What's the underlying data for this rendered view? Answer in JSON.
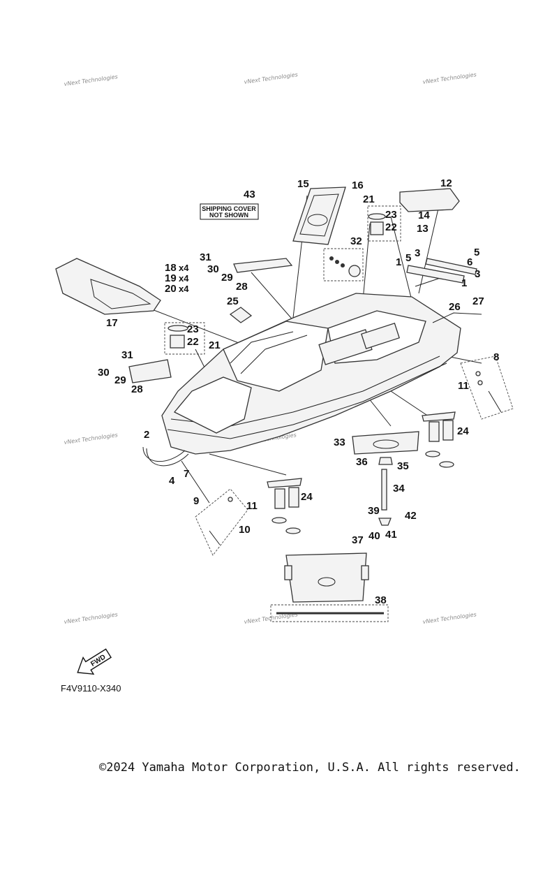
{
  "watermark_text": "vNext Technologies",
  "shipping_note": {
    "number": "43",
    "line1": "SHIPPING COVER",
    "line2": "NOT SHOWN"
  },
  "callouts": {
    "c1a": "1",
    "c1b": "1",
    "c2": "2",
    "c3a": "3",
    "c3b": "3",
    "c4": "4",
    "c5a": "5",
    "c5b": "5",
    "c6": "6",
    "c7": "7",
    "c8": "8",
    "c9": "9",
    "c10": "10",
    "c11a": "11",
    "c11b": "11",
    "c12": "12",
    "c13": "13",
    "c14": "14",
    "c15": "15",
    "c16": "16",
    "c17": "17",
    "c18": "18",
    "c19": "19",
    "c20": "20",
    "c21a": "21",
    "c21b": "21",
    "c22a": "22",
    "c22b": "22",
    "c23a": "23",
    "c23b": "23",
    "c24a": "24",
    "c24b": "24",
    "c25": "25",
    "c26": "26",
    "c27": "27",
    "c28a": "28",
    "c28b": "28",
    "c29a": "29",
    "c29b": "29",
    "c30a": "30",
    "c30b": "30",
    "c31a": "31",
    "c31b": "31",
    "c32": "32",
    "c33": "33",
    "c34": "34",
    "c35": "35",
    "c36": "36",
    "c37": "37",
    "c38": "38",
    "c39": "39",
    "c40": "40",
    "c41": "41",
    "c42": "42"
  },
  "quantities": {
    "q18": "x4",
    "q19": "x4",
    "q20": "x4"
  },
  "fwd_label": "FWD",
  "diagram_code": "F4V9110-X340",
  "copyright": "©2024 Yamaha Motor Corporation, U.S.A. All rights reserved."
}
